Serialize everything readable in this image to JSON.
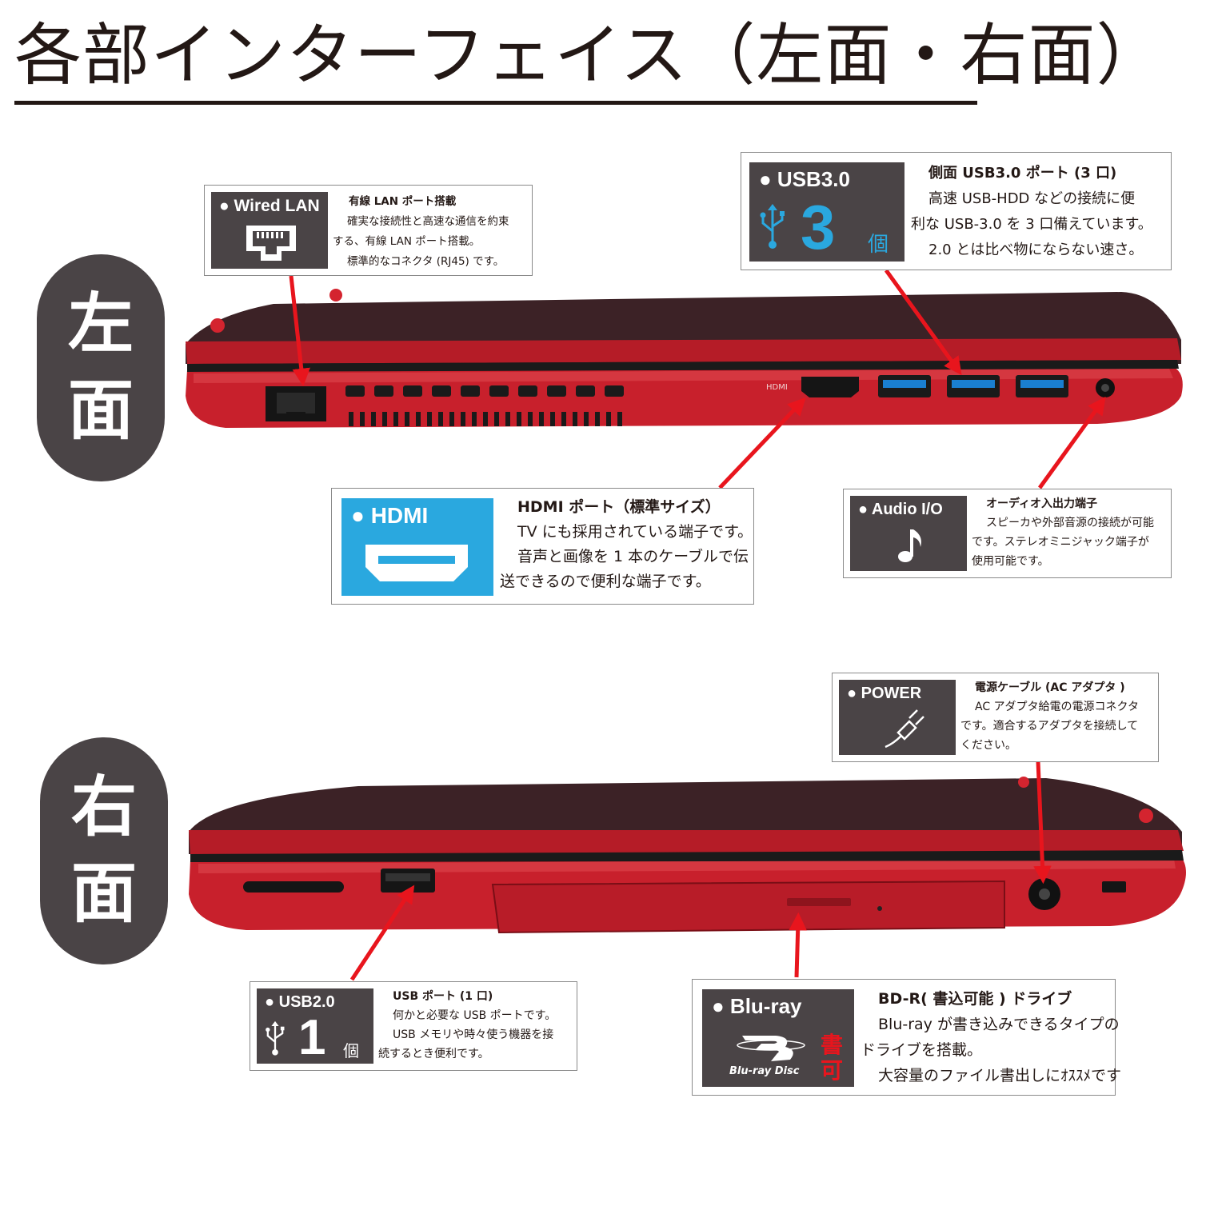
{
  "title": "各部インターフェイス（左面・右面）",
  "sides": {
    "left": [
      "左",
      "面"
    ],
    "right": [
      "右",
      "面"
    ]
  },
  "colors": {
    "laptop_red": "#c8202c",
    "arrow_red": "#e8151d",
    "tile_gray": "#4a4446",
    "hdmi_blue": "#2aa8df",
    "usb_blue": "#1a7fd0",
    "bluray_red": "#e8151d"
  },
  "callouts": {
    "wired_lan": {
      "tile_label": "● Wired LAN",
      "icon": "ethernet-port-icon",
      "heading": "有線 LAN ポート搭載",
      "lines": [
        "確実な接続性と高速な通信を約束",
        "する、有線 LAN ポート搭載。",
        "標準的なコネクタ (RJ45) です。"
      ]
    },
    "usb3": {
      "tile_label": "● USB3.0",
      "icon": "usb-icon",
      "count": "3",
      "unit": "個",
      "heading": "側面 USB3.0 ポート (3 口)",
      "lines": [
        "高速 USB-HDD などの接続に便",
        "利な USB-3.0 を 3 口備えています。",
        "2.0 とは比べ物にならない速さ。"
      ]
    },
    "hdmi": {
      "tile_label": "● HDMI",
      "icon": "hdmi-port-icon",
      "heading": "HDMI ポート（標準サイズ）",
      "lines": [
        "TV にも採用されている端子です。",
        "音声と画像を 1 本のケーブルで伝",
        "送できるので便利な端子です。"
      ]
    },
    "audio": {
      "tile_label": "● Audio I/O",
      "icon": "music-note-icon",
      "heading": "オーディオ入出力端子",
      "lines": [
        "スピーカや外部音源の接続が可能",
        "です。ステレオミニジャック端子が",
        "使用可能です。"
      ]
    },
    "power": {
      "tile_label": "● POWER",
      "icon": "power-plug-icon",
      "heading": "電源ケーブル (AC アダプタ )",
      "lines": [
        "AC アダプタ給電の電源コネクタ",
        "です。適合するアダプタを接続して",
        "ください。"
      ]
    },
    "usb2": {
      "tile_label": "● USB2.0",
      "icon": "usb-icon",
      "count": "1",
      "unit": "個",
      "heading": "USB ポート (1 口)",
      "lines": [
        "何かと必要な USB ポートです。",
        "USB メモリや時々使う機器を接",
        "続するとき便利です。"
      ]
    },
    "bluray": {
      "tile_label": "● Blu-ray",
      "icon": "bluray-disc-logo",
      "logo_text": "Blu-ray Disc",
      "badge": [
        "書",
        "可"
      ],
      "heading": "BD-R( 書込可能 ) ドライブ",
      "lines": [
        "Blu-ray が書き込みできるタイプの",
        "ドライブを搭載。",
        "大容量のファイル書出しにｵｽｽﾒです"
      ]
    }
  },
  "port_labels": {
    "hdmi": "HDMI"
  }
}
